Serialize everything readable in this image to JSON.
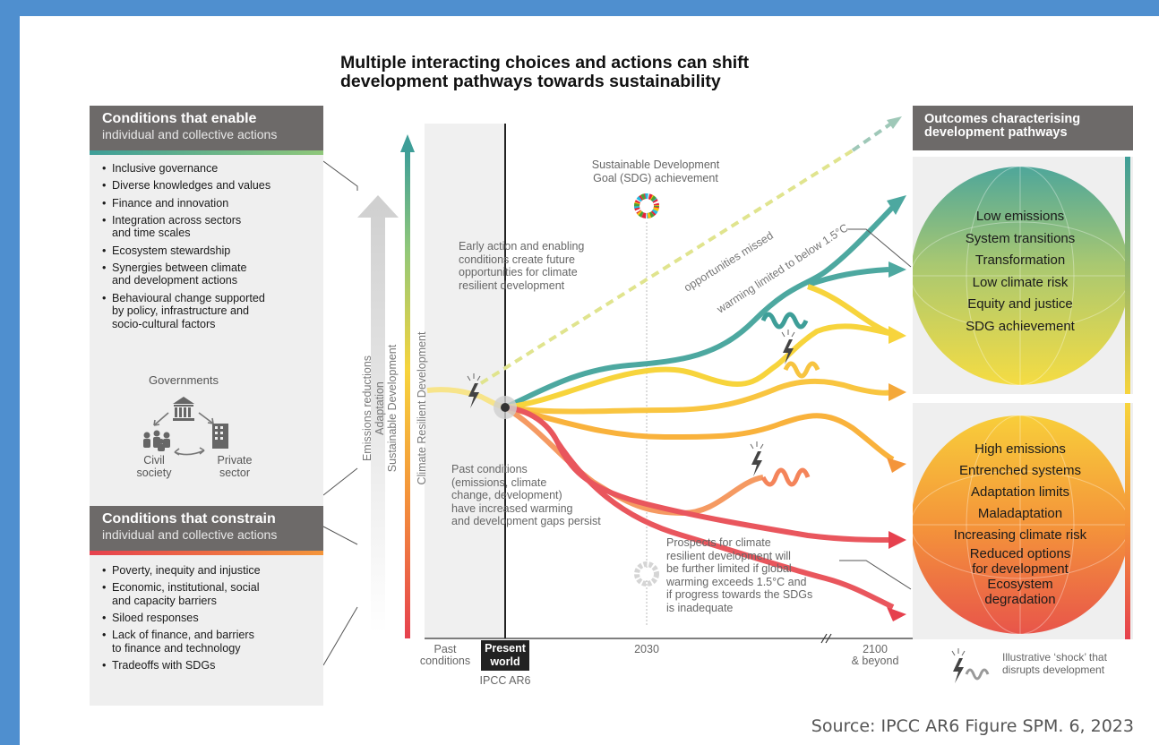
{
  "title": {
    "line1": "Multiple interacting choices and actions can shift",
    "line2": "development pathways towards sustainability"
  },
  "enable": {
    "heading": "Conditions that enable",
    "subheading": "individual and collective actions",
    "items": [
      "Inclusive governance",
      "Diverse knowledges and values",
      "Finance and innovation",
      "Integration across sectors\nand time scales",
      "Ecosystem stewardship",
      "Synergies between climate\nand development actions",
      "Behavioural change supported\nby policy, infrastructure and\nsocio-cultural factors"
    ],
    "actors": {
      "governments": "Governments",
      "civil": "Civil\nsociety",
      "private": "Private\nsector"
    }
  },
  "constrain": {
    "heading": "Conditions that constrain",
    "subheading": "individual and collective actions",
    "items": [
      "Poverty, inequity and injustice",
      "Economic, institutional, social\nand capacity barriers",
      "Siloed responses",
      "Lack of finance, and barriers\nto finance and technology",
      "Tradeoffs with SDGs"
    ]
  },
  "axes": {
    "vertical_labels": [
      "Emissions reductions",
      "Adaptation",
      "Sustainable Development"
    ],
    "crd_label": "Climate Resilient Development",
    "past": "Past\nconditions",
    "present": "Present\nworld",
    "ipcc": "IPCC AR6",
    "y2030": "2030",
    "y2100": "2100\n& beyond"
  },
  "annotations": {
    "sdg": "Sustainable Development\nGoal (SDG) achievement",
    "early": "Early action and enabling\nconditions create future\nopportunities for climate\nresilient development",
    "missed": "opportunities missed",
    "warming": "warming limited to below 1.5°C",
    "past_conditions": "Past conditions\n(emissions, climate\nchange, development)\nhave increased warming\nand development gaps persist",
    "prospects": "Prospects for climate\nresilient development will\nbe further limited if global\nwarming exceeds 1.5°C and\nif progress towards the SDGs\nis inadequate"
  },
  "outcomes": {
    "heading": "Outcomes characterising\ndevelopment pathways",
    "positive": [
      "Low emissions",
      "System transitions",
      "Transformation",
      "Low climate risk",
      "Equity and justice",
      "SDG achievement"
    ],
    "negative": [
      "High emissions",
      "Entrenched systems",
      "Adaptation limits",
      "Maladaptation",
      "Increasing climate risk",
      "Reduced options\nfor development",
      "Ecosystem\ndegradation"
    ]
  },
  "legend": {
    "shock": "Illustrative ‘shock’ that\ndisrupts development"
  },
  "source": "Source: IPCC AR6 Figure SPM. 6, 2023",
  "colors": {
    "teal": "#3e9e98",
    "yellow": "#f7d43c",
    "orange": "#f4953a",
    "red": "#e6414e",
    "header_gray": "#6d6a69",
    "panel_gray": "#efefef",
    "frame_blue": "#4f8fcf"
  }
}
